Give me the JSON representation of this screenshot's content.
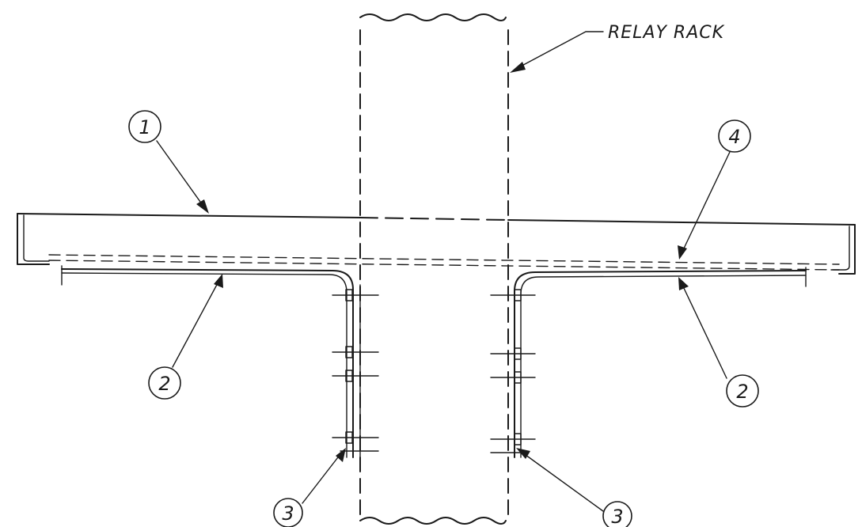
{
  "drawing": {
    "label_rack": "RELAY RACK",
    "callouts": {
      "c1": "1",
      "c2_left": "2",
      "c2_right": "2",
      "c3_left": "3",
      "c3_right": "3",
      "c4": "4"
    }
  }
}
